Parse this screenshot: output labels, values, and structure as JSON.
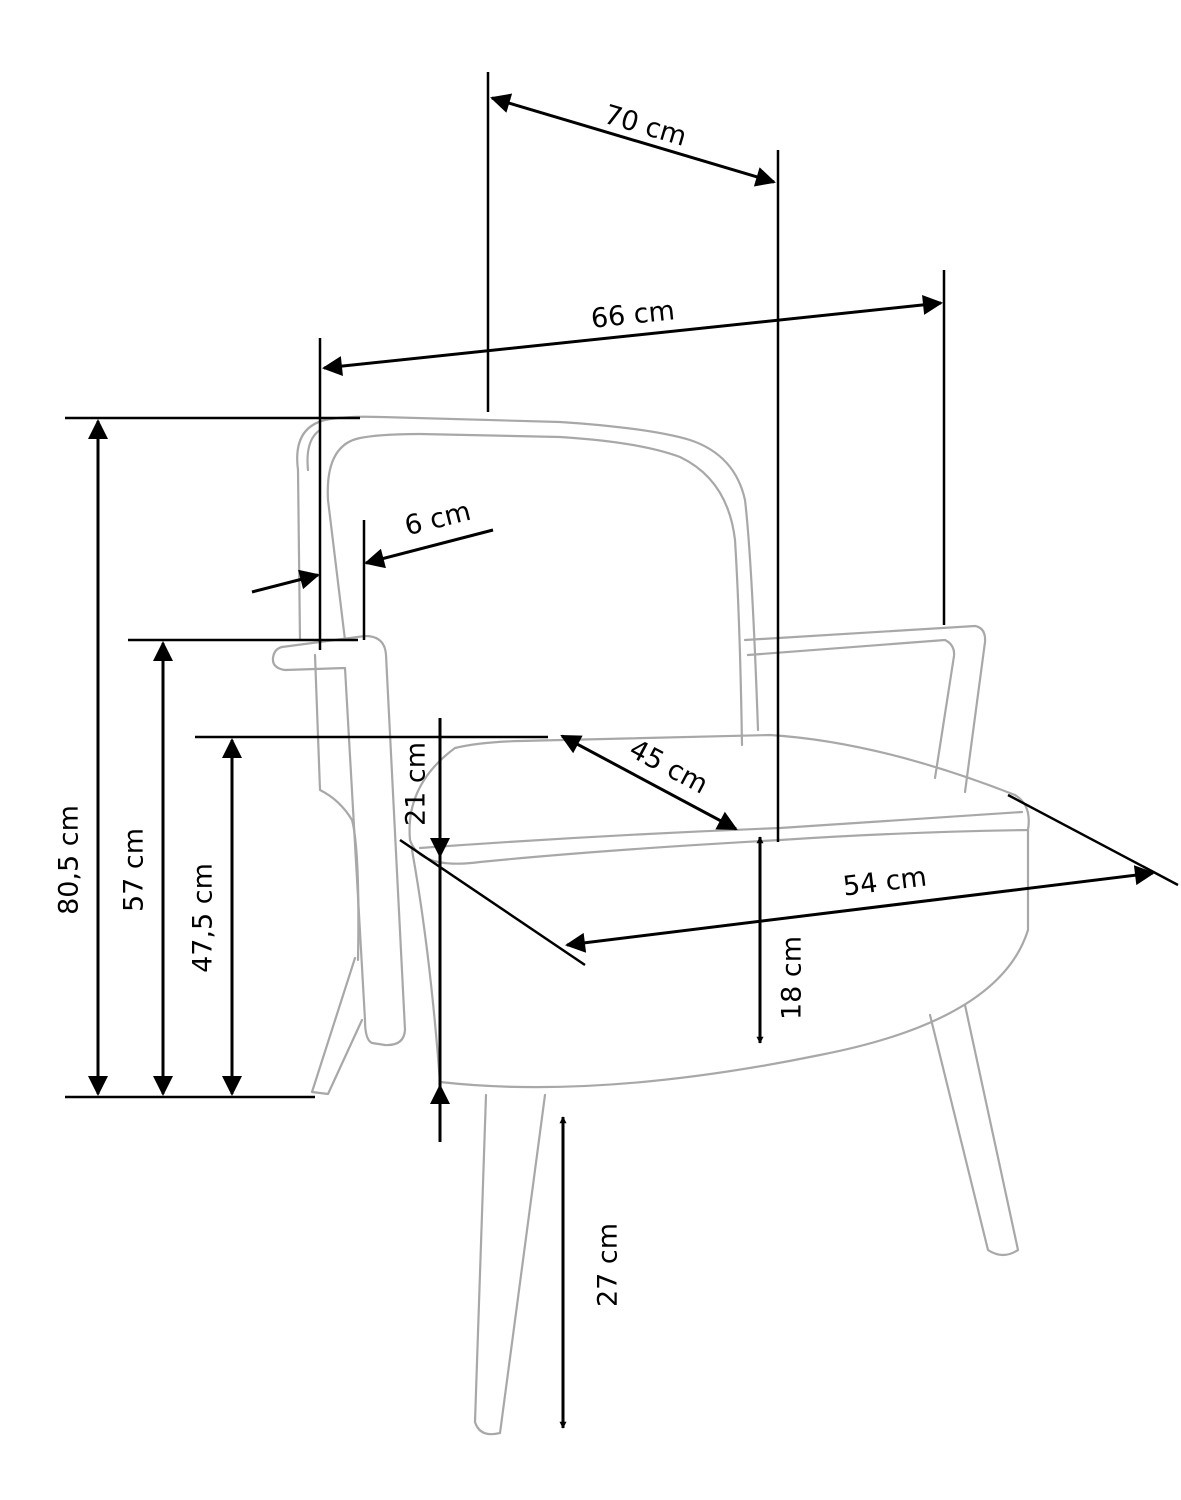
{
  "title": "Armchair dimension drawing",
  "colors": {
    "chair_outline": "#a8a8a8",
    "dimension": "#000000"
  },
  "dimensions": {
    "overall_depth": "70 cm",
    "overall_width": "66 cm",
    "armrest_width": "6 cm",
    "total_height": "80,5 cm",
    "armrest_height": "57 cm",
    "seat_height": "47,5 cm",
    "backrest_above_seat": "21 cm",
    "seat_depth": "45 cm",
    "seat_width": "54 cm",
    "seat_cushion_height": "18 cm",
    "leg_height": "27 cm"
  }
}
